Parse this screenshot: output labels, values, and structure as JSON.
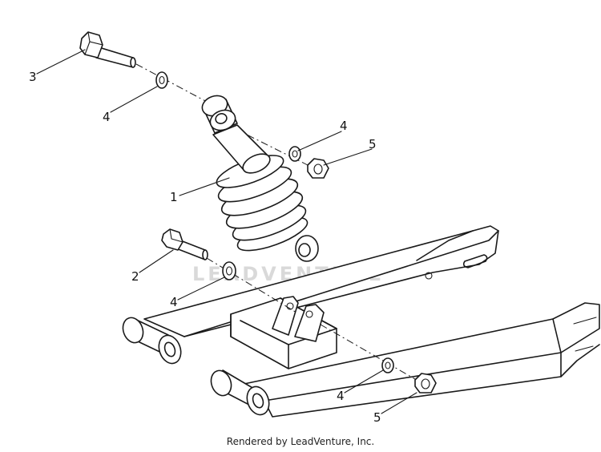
{
  "watermark": "LEADVENTURE",
  "footer": "Rendered by LeadVenture, Inc.",
  "callouts": {
    "c1": "1",
    "c2": "2",
    "c3": "3",
    "c4a": "4",
    "c4b": "4",
    "c4c": "4",
    "c4d": "4",
    "c5a": "5",
    "c5b": "5"
  }
}
